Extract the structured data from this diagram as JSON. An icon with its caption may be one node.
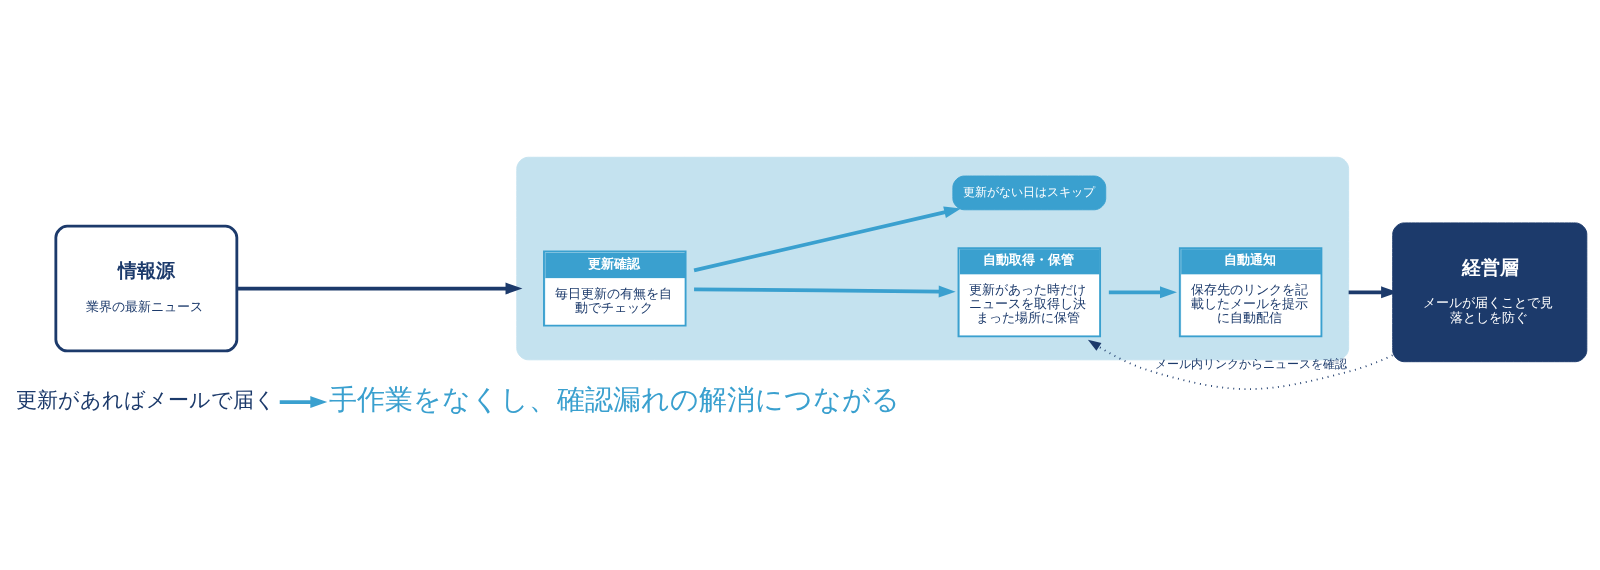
{
  "diagram": {
    "nodes": [
      {
        "text": [
          "更新があればメールで届く"
        ]
      },
      {
        "text": [
          "手作業をなくし、確認漏れの解消につながる"
        ]
      },
      {
        "text": [
          "情報源",
          "業界の最新ニュース"
        ]
      },
      {
        "text": [],
        "shape": "box"
      },
      {
        "text": [
          "更新確認",
          "毎日更新の有無を自動でチェック"
        ],
        "in": 3
      },
      {
        "text": [
          "自動取得・保管",
          "更新があった時だけニュースを取得し決まった場所に保管"
        ],
        "in": 3
      },
      {
        "text": [
          "自動通知",
          "保存先のリンクを記載したメールを提示に自動配信"
        ],
        "in": 3
      },
      {
        "text": [
          "更新がない日はスキップ"
        ],
        "in": 3
      },
      {
        "text": [
          "経営層",
          "メールが届くことで見落としを防ぐ"
        ]
      }
    ],
    "edges": [
      {
        "from": 0,
        "to": 1,
        "arrow": "to",
        "color": "#3aa0cf"
      },
      {
        "from": 2,
        "to": 3,
        "arrow": "to",
        "color": "#1c3a6b"
      },
      {
        "from": 4,
        "to": 5,
        "arrow": "to",
        "color": "#3aa0cf"
      },
      {
        "from": 5,
        "to": 6,
        "arrow": "to",
        "color": "#3aa0cf"
      },
      {
        "from": 4,
        "to": 7,
        "arrow": "to",
        "color": "#3aa0cf"
      },
      {
        "from": 3,
        "to": 8,
        "arrow": "to",
        "color": "#1c3a6b"
      },
      {
        "from": 8,
        "to": 5,
        "arrow": "to",
        "style": "dashed",
        "color": "#1c3a6b",
        "label": "メール内リンクからニュースを確認"
      }
    ]
  }
}
